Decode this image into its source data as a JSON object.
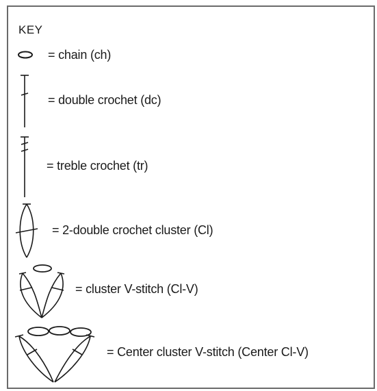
{
  "key": {
    "title": "KEY",
    "entries": [
      {
        "symbol": "chain-symbol-icon",
        "label": "= chain (ch)"
      },
      {
        "symbol": "double-crochet-symbol-icon",
        "label": "= double crochet (dc)"
      },
      {
        "symbol": "treble-crochet-symbol-icon",
        "label": "= treble crochet (tr)"
      },
      {
        "symbol": "cluster-symbol-icon",
        "label": "= 2-double crochet cluster (Cl)"
      },
      {
        "symbol": "cluster-v-stitch-symbol-icon",
        "label": "= cluster V-stitch (Cl-V)"
      },
      {
        "symbol": "center-cluster-v-stitch-symbol-icon",
        "label": "= Center cluster V-stitch (Center Cl-V)"
      }
    ]
  },
  "colors": {
    "ink": "#1a1a1a",
    "border": "#6a6a6a",
    "background": "#ffffff"
  }
}
